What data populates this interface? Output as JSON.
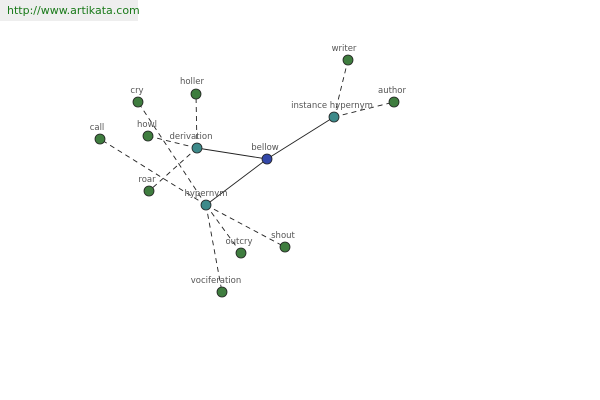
{
  "banner": {
    "url": "http://www.artikata.com"
  },
  "colors": {
    "center": "#3347a8",
    "relation": "#3d8a8a",
    "term": "#3f7d3f",
    "banner_text": "#1a7a1a"
  },
  "graph": {
    "nodes": [
      {
        "id": "bellow",
        "label": "bellow",
        "kind": "center"
      },
      {
        "id": "derivation",
        "label": "derivation",
        "kind": "relation"
      },
      {
        "id": "hypernym",
        "label": "hypernym",
        "kind": "relation"
      },
      {
        "id": "instance_hypernym",
        "label": "instance hypernym",
        "kind": "relation"
      },
      {
        "id": "writer",
        "label": "writer",
        "kind": "term"
      },
      {
        "id": "author",
        "label": "author",
        "kind": "term"
      },
      {
        "id": "holler",
        "label": "holler",
        "kind": "term"
      },
      {
        "id": "cry",
        "label": "cry",
        "kind": "term"
      },
      {
        "id": "howl",
        "label": "howl",
        "kind": "term"
      },
      {
        "id": "call",
        "label": "call",
        "kind": "term"
      },
      {
        "id": "roar",
        "label": "roar",
        "kind": "term"
      },
      {
        "id": "outcry",
        "label": "outcry",
        "kind": "term"
      },
      {
        "id": "shout",
        "label": "shout",
        "kind": "term"
      },
      {
        "id": "vociferation",
        "label": "vociferation",
        "kind": "term"
      }
    ],
    "edges": [
      {
        "from": "bellow",
        "to": "derivation",
        "style": "solid"
      },
      {
        "from": "bellow",
        "to": "hypernym",
        "style": "solid"
      },
      {
        "from": "bellow",
        "to": "instance_hypernym",
        "style": "solid"
      },
      {
        "from": "instance_hypernym",
        "to": "writer",
        "style": "dashed"
      },
      {
        "from": "instance_hypernym",
        "to": "author",
        "style": "dashed"
      },
      {
        "from": "derivation",
        "to": "holler",
        "style": "dashed"
      },
      {
        "from": "derivation",
        "to": "howl",
        "style": "dashed"
      },
      {
        "from": "derivation",
        "to": "roar",
        "style": "dashed"
      },
      {
        "from": "hypernym",
        "to": "cry",
        "style": "dashed"
      },
      {
        "from": "hypernym",
        "to": "call",
        "style": "dashed"
      },
      {
        "from": "hypernym",
        "to": "outcry",
        "style": "dashed"
      },
      {
        "from": "hypernym",
        "to": "shout",
        "style": "dashed"
      },
      {
        "from": "hypernym",
        "to": "vociferation",
        "style": "dashed"
      }
    ]
  }
}
